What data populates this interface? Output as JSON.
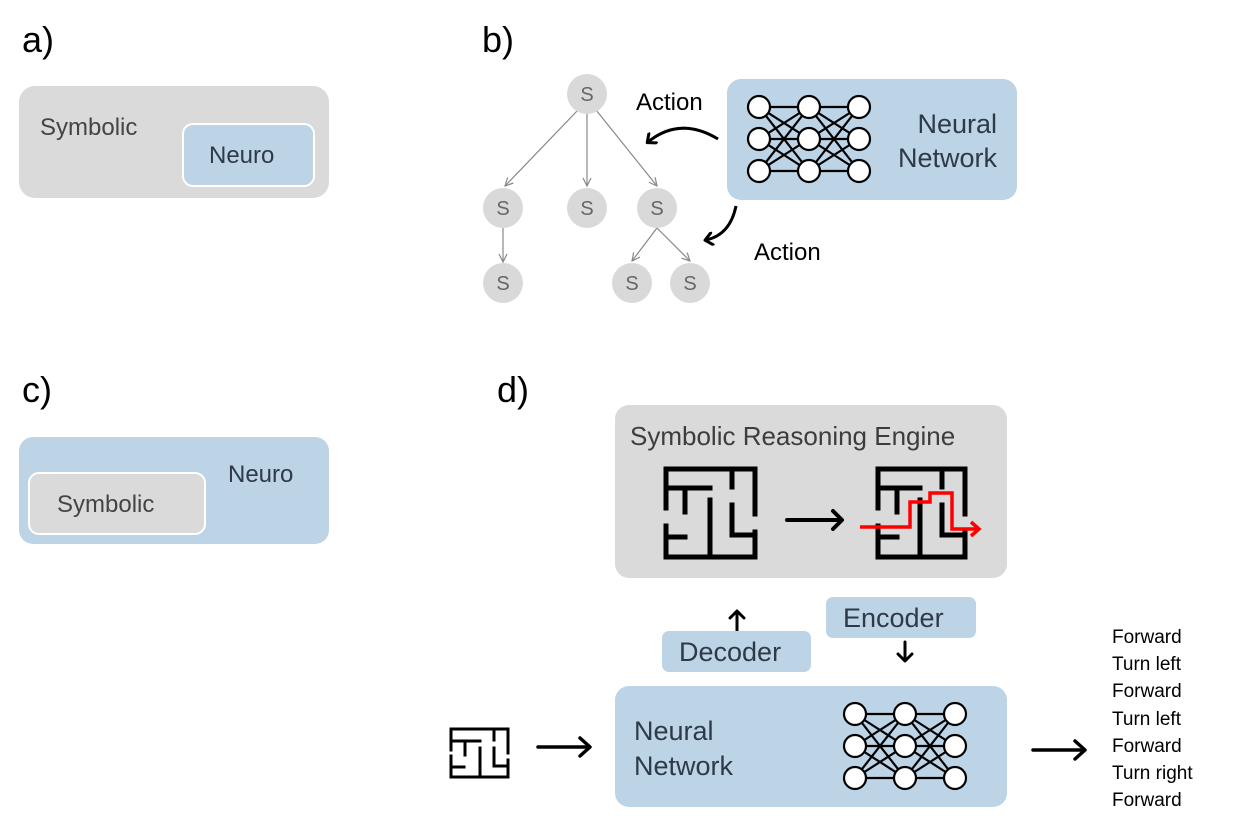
{
  "panels": {
    "a": {
      "label": "a)",
      "outer": "Symbolic",
      "inner": "Neuro"
    },
    "b": {
      "label": "b)",
      "state_node": "S",
      "action_top": "Action",
      "action_bottom": "Action",
      "network": [
        "Neural",
        "Network"
      ]
    },
    "c": {
      "label": "c)",
      "outer": "Neuro",
      "inner": "Symbolic"
    },
    "d": {
      "label": "d)",
      "engine_title": "Symbolic Reasoning Engine",
      "decoder": "Decoder",
      "encoder": "Encoder",
      "network": [
        "Neural",
        "Network"
      ],
      "output_actions": [
        "Forward",
        "Turn left",
        "Forward",
        "Turn left",
        "Forward",
        "Turn right",
        "Forward"
      ]
    }
  },
  "colors": {
    "symbolic_gray": "#dadada",
    "neuro_blue": "#bcd4e6",
    "path_red": "#ff0000",
    "node_gray": "#d9d9d9"
  }
}
